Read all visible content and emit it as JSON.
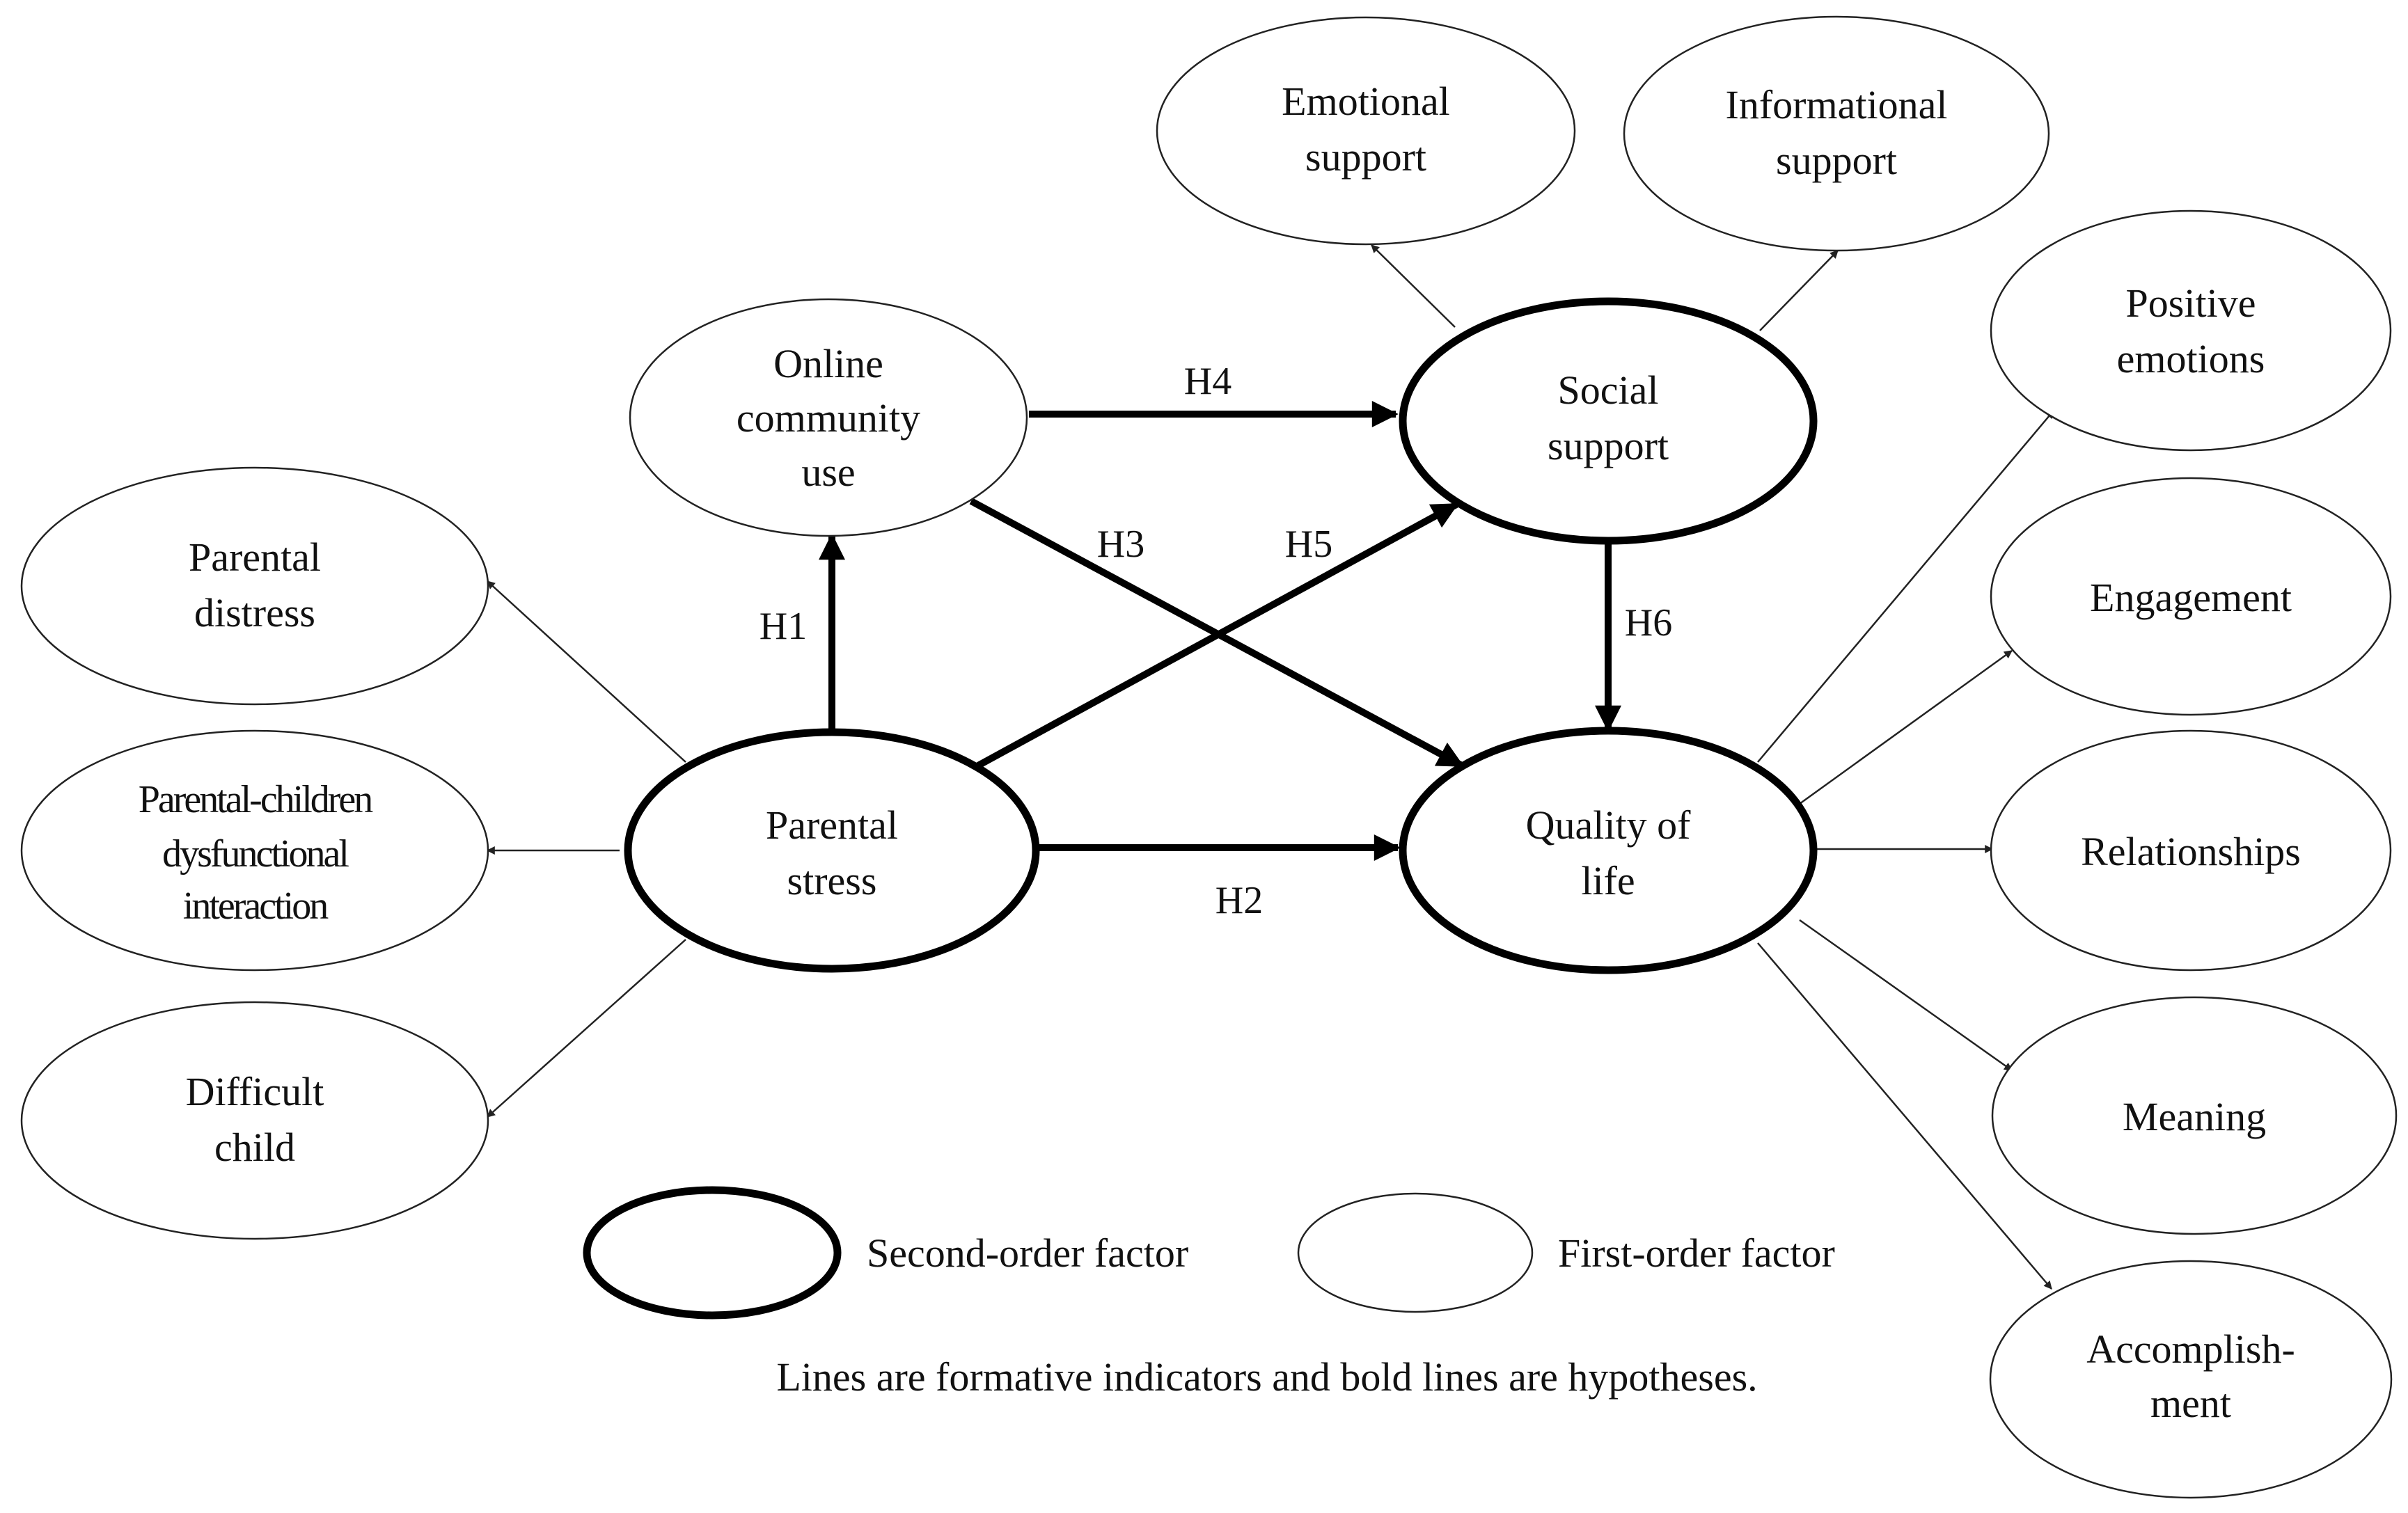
{
  "nodes": {
    "online_community_use": {
      "lines": [
        "Online",
        "community",
        "use"
      ],
      "order": "first"
    },
    "social_support": {
      "lines": [
        "Social",
        "support"
      ],
      "order": "second"
    },
    "parental_stress": {
      "lines": [
        "Parental",
        "stress"
      ],
      "order": "second"
    },
    "quality_of_life": {
      "lines": [
        "Quality of",
        "life"
      ],
      "order": "second"
    },
    "emotional_support": {
      "lines": [
        "Emotional",
        "support"
      ],
      "order": "first"
    },
    "informational_support": {
      "lines": [
        "Informational",
        "support"
      ],
      "order": "first"
    },
    "parental_distress": {
      "lines": [
        "Parental",
        "distress"
      ],
      "order": "first"
    },
    "parental_children_dysfunctional_interaction": {
      "lines": [
        "Parental-children",
        "dysfunctional",
        "interaction"
      ],
      "order": "first"
    },
    "difficult_child": {
      "lines": [
        "Difficult",
        "child"
      ],
      "order": "first"
    },
    "positive_emotions": {
      "lines": [
        "Positive",
        "emotions"
      ],
      "order": "first"
    },
    "engagement": {
      "lines": [
        "Engagement"
      ],
      "order": "first"
    },
    "relationships": {
      "lines": [
        "Relationships"
      ],
      "order": "first"
    },
    "meaning": {
      "lines": [
        "Meaning"
      ],
      "order": "first"
    },
    "accomplishment": {
      "lines": [
        "Accomplish-",
        "ment"
      ],
      "order": "first"
    }
  },
  "hypotheses": [
    {
      "label": "H1",
      "from": "parental_stress",
      "to": "online_community_use"
    },
    {
      "label": "H2",
      "from": "parental_stress",
      "to": "quality_of_life"
    },
    {
      "label": "H3",
      "from": "online_community_use",
      "to": "quality_of_life"
    },
    {
      "label": "H4",
      "from": "online_community_use",
      "to": "social_support"
    },
    {
      "label": "H5",
      "from": "parental_stress",
      "to": "social_support"
    },
    {
      "label": "H6",
      "from": "social_support",
      "to": "quality_of_life"
    }
  ],
  "formative_indicators": [
    {
      "from": "social_support",
      "to": "emotional_support"
    },
    {
      "from": "social_support",
      "to": "informational_support"
    },
    {
      "from": "parental_stress",
      "to": "parental_distress"
    },
    {
      "from": "parental_stress",
      "to": "parental_children_dysfunctional_interaction"
    },
    {
      "from": "parental_stress",
      "to": "difficult_child"
    },
    {
      "from": "quality_of_life",
      "to": "positive_emotions"
    },
    {
      "from": "quality_of_life",
      "to": "engagement"
    },
    {
      "from": "quality_of_life",
      "to": "relationships"
    },
    {
      "from": "quality_of_life",
      "to": "meaning"
    },
    {
      "from": "quality_of_life",
      "to": "accomplishment"
    }
  ],
  "legend": {
    "second_order": "Second-order factor",
    "first_order": "First-order factor"
  },
  "caption": "Lines are formative indicators and bold lines are hypotheses."
}
